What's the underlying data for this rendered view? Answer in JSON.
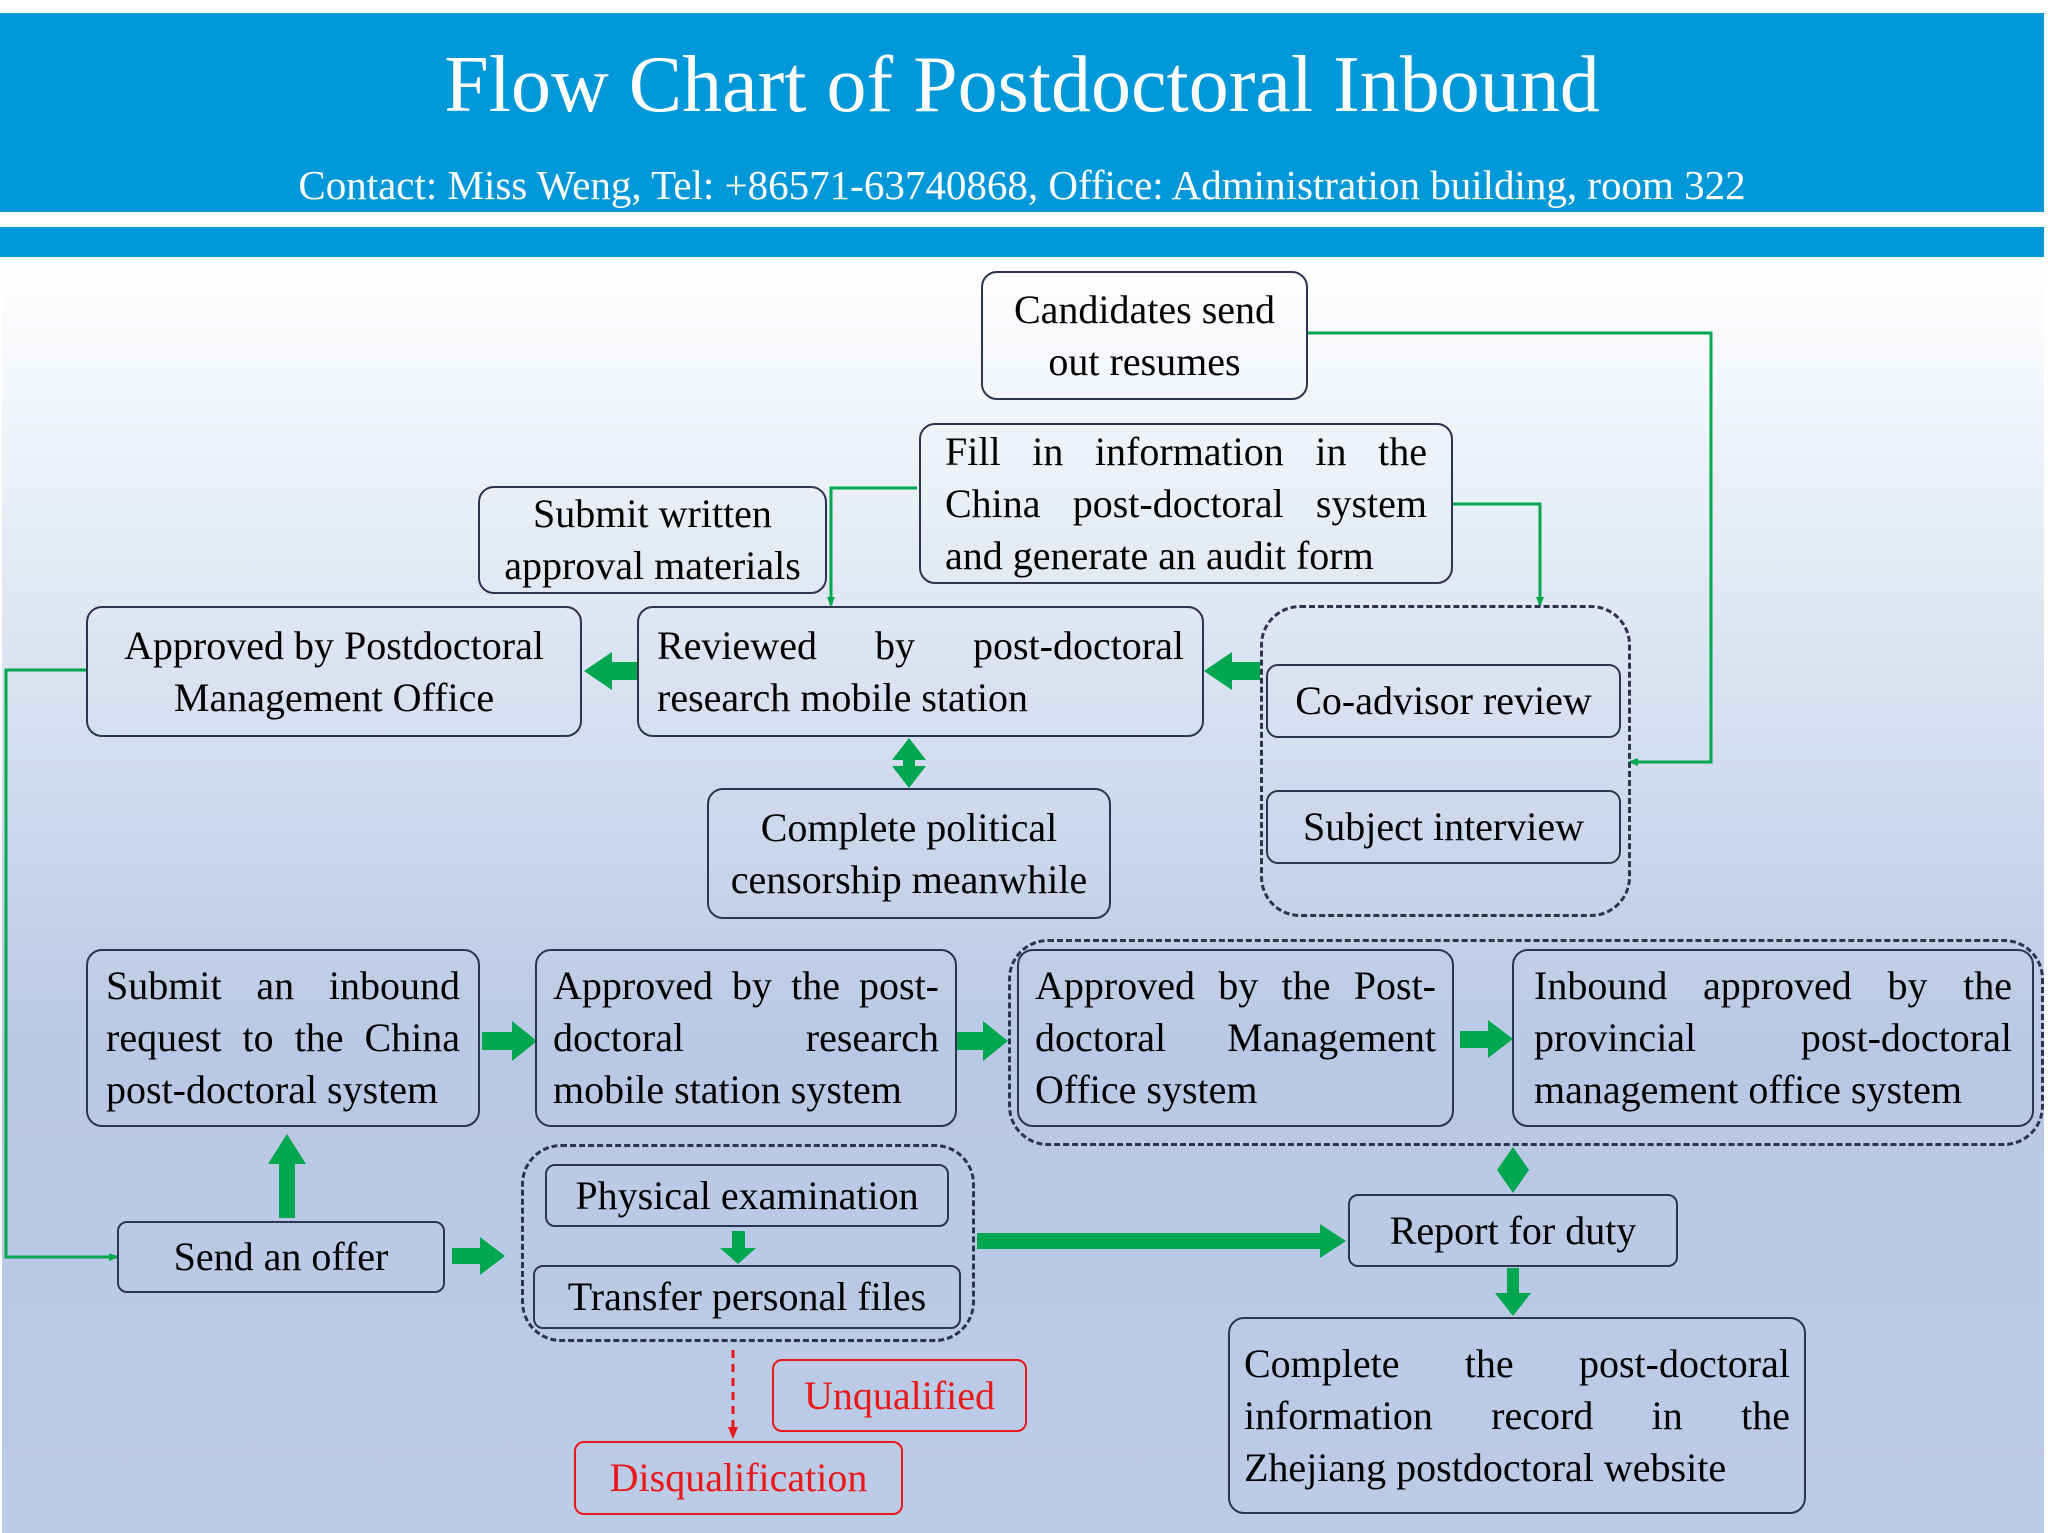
{
  "header": {
    "title": "Flow Chart of Postdoctoral Inbound",
    "contact": "Contact: Miss Weng, Tel: +86571-63740868, Office: Administration building, room 322"
  },
  "colors": {
    "header_blue": "#0098d8",
    "arrow_green": "#00a650",
    "box_border": "#2b3550",
    "reject_red": "#e8181b"
  },
  "nodes": {
    "candidates_send_resumes": "Candidates send out resumes",
    "fill_in_information": "Fill in information in the China post-doctoral system and generate an audit form",
    "submit_written_approval": "Submit written approval materials",
    "approved_by_pmo": "Approved by Postdoctoral Management Office",
    "reviewed_by_station": "Reviewed by post-doctoral research mobile station",
    "co_advisor_review": "Co-advisor review",
    "subject_interview": "Subject interview",
    "complete_political_censorship": "Complete political censorship meanwhile",
    "submit_inbound_request": "Submit an inbound request to the China post-doctoral system",
    "approved_by_station_system": "Approved by the post-doctoral research mobile station system",
    "approved_by_pmo_system": "Approved by the Post-doctoral Management Office system",
    "inbound_approved_provincial": "Inbound approved by the provincial post-doctoral management office system",
    "send_an_offer": "Send an offer",
    "physical_examination": "Physical examination",
    "transfer_personal_files": "Transfer personal files",
    "report_for_duty": "Report for duty",
    "complete_info_record": "Complete the post-doctoral information record in the Zhejiang postdoctoral website",
    "unqualified": "Unqualified",
    "disqualification": "Disqualification"
  }
}
